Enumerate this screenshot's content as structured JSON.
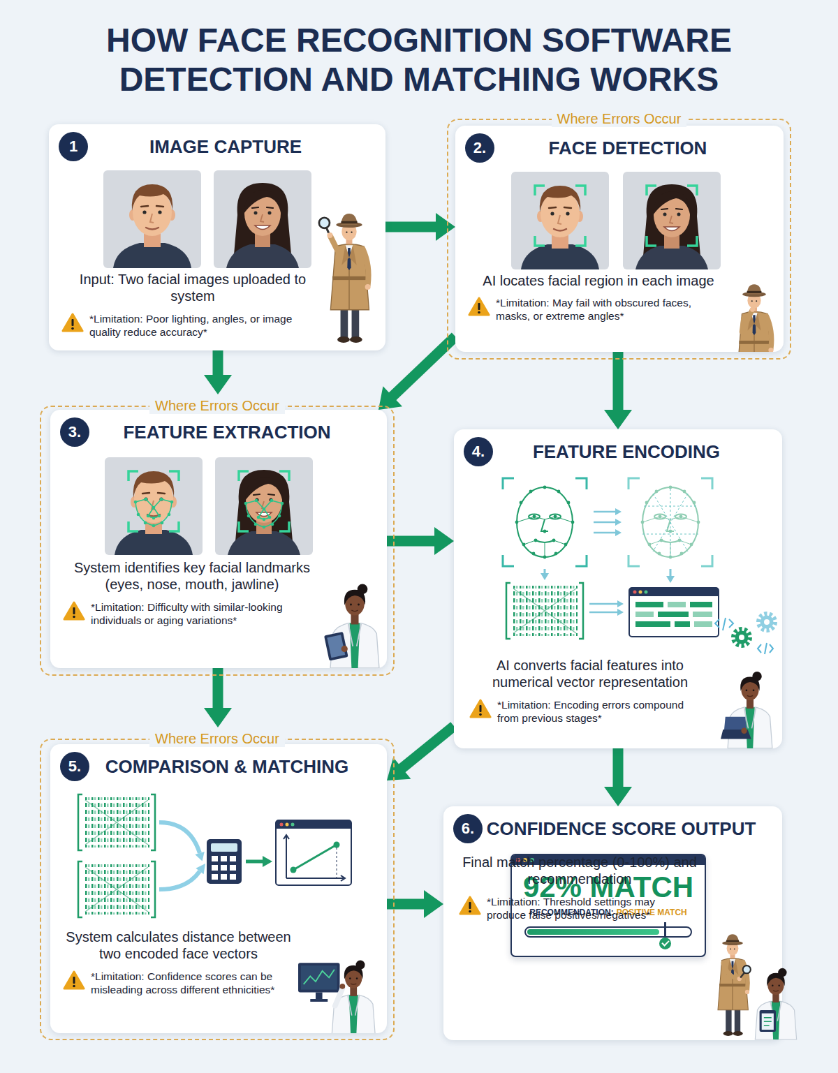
{
  "diagram": {
    "title": "HOW FACE RECOGNITION SOFTWARE DETECTION AND MATCHING WORKS",
    "nodes": [
      {
        "text": [
          "IMAGE CAPTURE",
          "Input: Two facial images uploaded to system",
          "*Limitation: Poor lighting, angles, or image quality reduce accuracy*"
        ]
      },
      {
        "text": [
          "1"
        ],
        "in": 0
      },
      {
        "text": [
          "Where Errors Occur"
        ]
      },
      {
        "text": [
          "FACE DETECTION",
          "AI locates facial region in each image",
          "*Limitation: May fail with obscured faces, masks, or extreme angles*"
        ],
        "in": 2
      },
      {
        "text": [
          "2."
        ],
        "in": 3
      },
      {
        "text": [
          "Where Errors Occur"
        ]
      },
      {
        "text": [
          "FEATURE EXTRACTION",
          "System identifies key facial landmarks (eyes, nose, mouth, jawline)",
          "*Limitation: Difficulty with similar-looking individuals or aging variations*"
        ],
        "in": 5
      },
      {
        "text": [
          "3."
        ],
        "in": 6
      },
      {
        "text": [
          "FEATURE ENCODING",
          "AI converts facial features into numerical vector representation",
          "*Limitation: Encoding errors compound from previous stages*"
        ]
      },
      {
        "text": [
          "4."
        ],
        "in": 8
      },
      {
        "text": [
          "Where Errors Occur"
        ]
      },
      {
        "text": [
          "COMPARISON & MATCHING",
          "System calculates distance between two encoded face vectors",
          "*Limitation: Confidence scores can be misleading across different ethnicities*"
        ],
        "in": 10
      },
      {
        "text": [
          "5."
        ],
        "in": 11
      },
      {
        "text": [
          "CONFIDENCE SCORE OUTPUT",
          "Final match percentage (0-100%) and recommendation",
          "*Limitation: Threshold settings may produce false positives/negatives*"
        ]
      },
      {
        "text": [
          "6."
        ],
        "in": 13
      },
      {
        "text": [
          "92% MATCH",
          "RECOMMENDATION:",
          "POSITIVE MATCH"
        ],
        "in": 13
      }
    ],
    "edges": [
      {
        "from": 0,
        "to": 3,
        "arrow": "to"
      },
      {
        "from": 0,
        "to": 6,
        "arrow": "to"
      },
      {
        "from": 3,
        "to": 6,
        "arrow": "to"
      },
      {
        "from": 3,
        "to": 8,
        "arrow": "to"
      },
      {
        "from": 6,
        "to": 8,
        "arrow": "to"
      },
      {
        "from": 6,
        "to": 11,
        "arrow": "to"
      },
      {
        "from": 8,
        "to": 11,
        "arrow": "to"
      },
      {
        "from": 8,
        "to": 13,
        "arrow": "to"
      },
      {
        "from": 11,
        "to": 13,
        "arrow": "to"
      }
    ]
  }
}
